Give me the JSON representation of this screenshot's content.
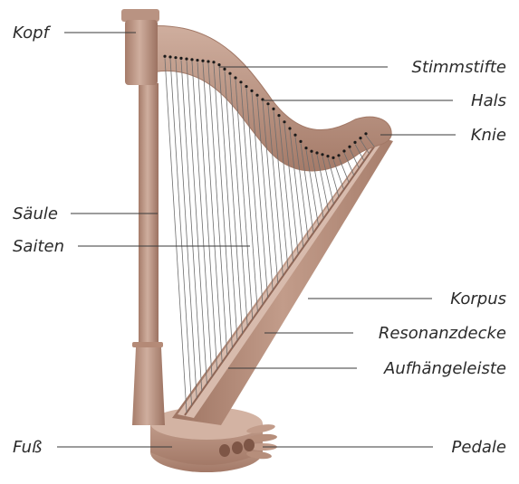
{
  "colors": {
    "wood_light": "#c8a392",
    "wood_mid": "#b48a77",
    "wood_dark": "#8f6656",
    "string": "#6e6e6e",
    "peg": "#1a1a1a",
    "leader": "#3a3a3a",
    "text": "#2b2b2b"
  },
  "labels": {
    "kopf": "Kopf",
    "saeule": "Säule",
    "saiten": "Saiten",
    "fuss": "Fuß",
    "stimmstifte": "Stimmstifte",
    "hals": "Hals",
    "knie": "Knie",
    "korpus": "Korpus",
    "resonanzdecke": "Resonanzdecke",
    "aufhaengeleiste": "Aufhängeleiste",
    "pedale": "Pedale"
  },
  "icons": {
    "harp": "harp-illustration"
  }
}
